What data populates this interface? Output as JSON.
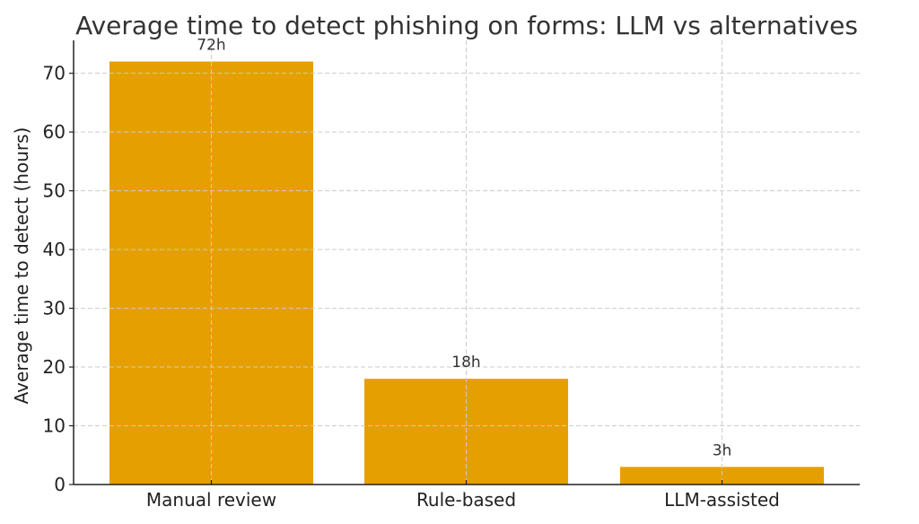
{
  "chart_data": {
    "type": "bar",
    "title": "Average time to detect phishing on forms: LLM vs alternatives",
    "xlabel": "",
    "ylabel": "Average time to detect (hours)",
    "categories": [
      "Manual review",
      "Rule-based",
      "LLM-assisted"
    ],
    "values": [
      72,
      18,
      3
    ],
    "data_labels": [
      "72h",
      "18h",
      "3h"
    ],
    "ylim": [
      0,
      75.6
    ],
    "yticks": [
      0,
      10,
      20,
      30,
      40,
      50,
      60,
      70
    ],
    "grid": true,
    "legend": null,
    "bar_color": "#E69F00"
  }
}
